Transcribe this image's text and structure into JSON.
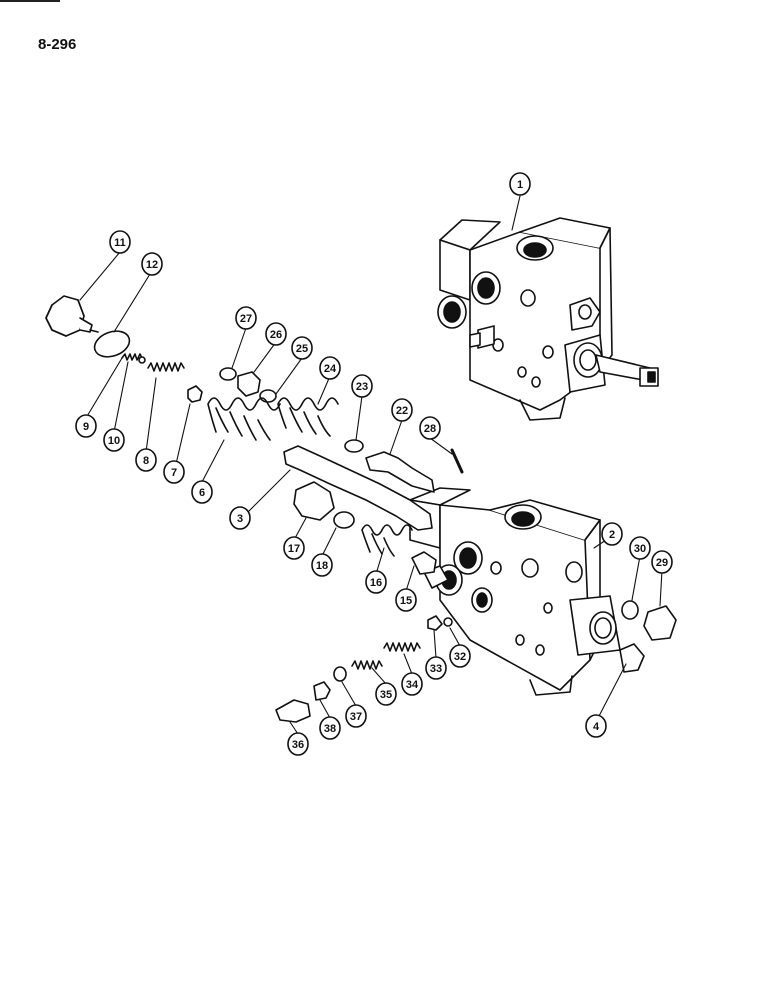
{
  "page": {
    "number": "8-296"
  },
  "callouts": [
    {
      "label": "1"
    },
    {
      "label": "2"
    },
    {
      "label": "3"
    },
    {
      "label": "4"
    },
    {
      "label": "6"
    },
    {
      "label": "7"
    },
    {
      "label": "8"
    },
    {
      "label": "9"
    },
    {
      "label": "10"
    },
    {
      "label": "11"
    },
    {
      "label": "12"
    },
    {
      "label": "15"
    },
    {
      "label": "16"
    },
    {
      "label": "17"
    },
    {
      "label": "18"
    },
    {
      "label": "22"
    },
    {
      "label": "23"
    },
    {
      "label": "24"
    },
    {
      "label": "25"
    },
    {
      "label": "26"
    },
    {
      "label": "27"
    },
    {
      "label": "28"
    },
    {
      "label": "29"
    },
    {
      "label": "30"
    },
    {
      "label": "32"
    },
    {
      "label": "33"
    },
    {
      "label": "34"
    },
    {
      "label": "35"
    },
    {
      "label": "36"
    },
    {
      "label": "37"
    },
    {
      "label": "38"
    }
  ],
  "colors": {
    "ink": "#111111",
    "paper": "#ffffff"
  }
}
